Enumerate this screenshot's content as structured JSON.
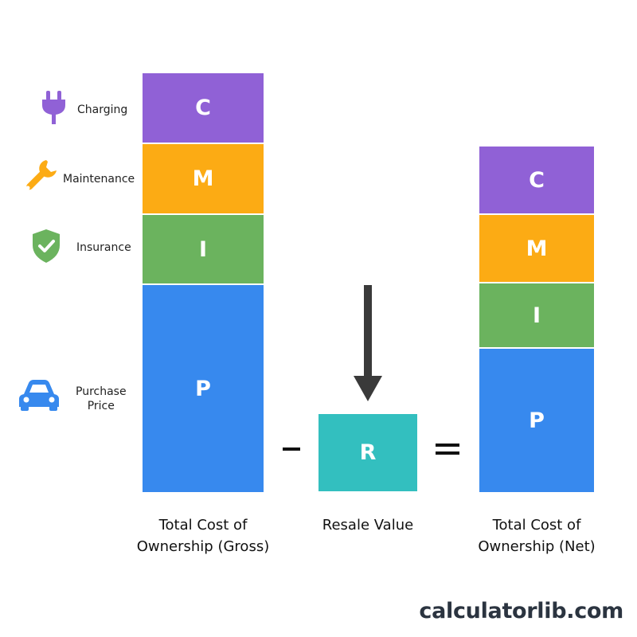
{
  "legend": {
    "charging": "Charging",
    "maintenance": "Maintenance",
    "insurance": "Insurance",
    "purchase_line1": "Purchase",
    "purchase_line2": "Price"
  },
  "icons": {
    "charging": "plug-icon",
    "maintenance": "wrench-icon",
    "insurance": "shield-check-icon",
    "purchase": "car-icon"
  },
  "colors": {
    "charging": "#9061d6",
    "maintenance": "#fcab14",
    "insurance": "#6bb35e",
    "purchase": "#3789ee",
    "resale": "#33bfbf"
  },
  "gross_bar": {
    "c": "C",
    "m": "M",
    "i": "I",
    "p": "P"
  },
  "net_bar": {
    "c": "C",
    "m": "M",
    "i": "I",
    "p": "P"
  },
  "resale_box": "R",
  "operators": {
    "minus": "−",
    "equals": "="
  },
  "captions": {
    "gross_line1": "Total Cost of",
    "gross_line2": "Ownership (Gross)",
    "resale": "Resale Value",
    "net_line1": "Total Cost of",
    "net_line2": "Ownership (Net)"
  },
  "brand": "calculatorlib.com"
}
